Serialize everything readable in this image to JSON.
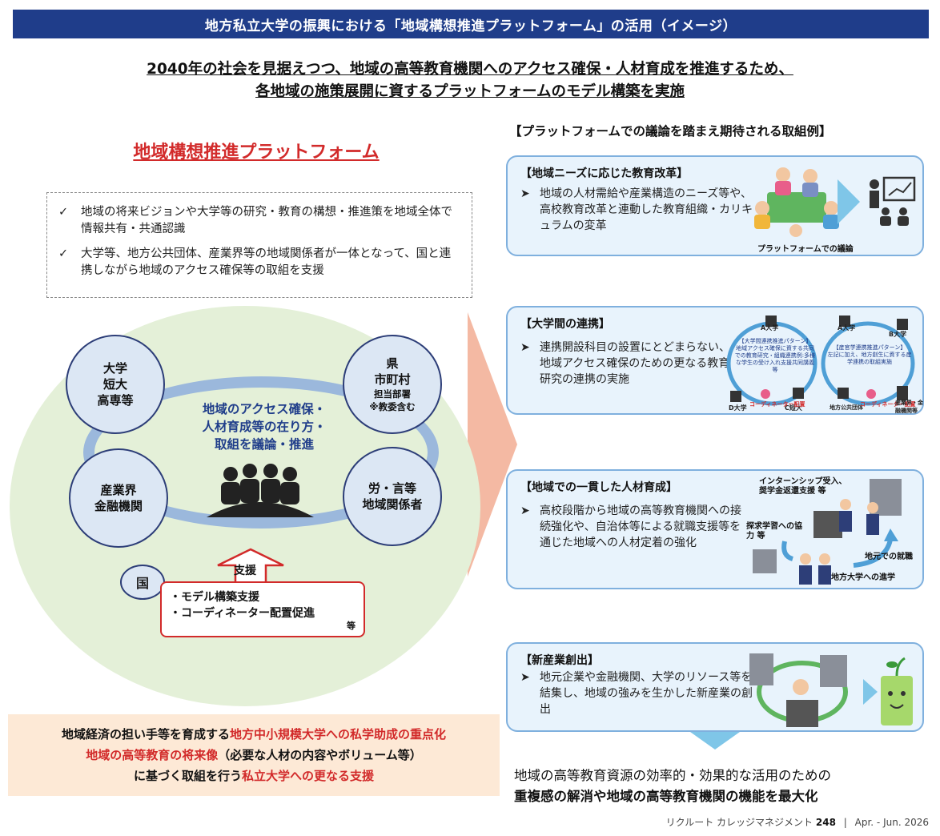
{
  "title": "地方私立大学の振興における「地域構想推進プラットフォーム」の活用（イメージ）",
  "lead": {
    "line1": "2040年の社会を見据えつつ、地域の高等教育機関へのアクセス確保・人材育成を推進するため、",
    "line2": "各地域の施策展開に資するプラットフォームのモデル構築を実施"
  },
  "left": {
    "title": "地域構想推進プラットフォーム",
    "checks": [
      {
        "mark": "✓",
        "text": "地域の将来ビジョンや大学等の研究・教育の構想・推進策を地域全体で情報共有・共通認識"
      },
      {
        "mark": "✓",
        "text": "大学等、地方公共団体、産業界等の地域関係者が一体となって、国と連携しながら地域のアクセス確保等の取組を支援"
      }
    ],
    "nodes": {
      "univ": {
        "l1": "大学",
        "l2": "短大",
        "l3": "高専等"
      },
      "pref": {
        "l1": "県",
        "l2": "市町村",
        "l3": "担当部署",
        "l4": "※教委含む"
      },
      "industry": {
        "l1": "産業界",
        "l2": "金融機関"
      },
      "labor": {
        "l1": "労・言等",
        "l2": "地域関係者"
      }
    },
    "center": {
      "l1": "地域のアクセス確保・",
      "l2": "人材育成等の在り方・",
      "l3": "取組を議論・推進"
    },
    "kuni": "国",
    "support_label": "支援",
    "support_items": [
      "・モデル構築支援",
      "・コーディネーター配置促進"
    ],
    "support_suffix": "等",
    "bottom": {
      "p1_black": "地域経済の担い手等を育成する",
      "p1_red": "地方中小規模大学への私学助成の重点化",
      "p2_red": "地域の高等教育の将来像",
      "p2_black": "（必要な人材の内容やボリューム等）",
      "p3_black": "に基づく取組を行う",
      "p3_red": "私立大学への更なる支援"
    }
  },
  "right": {
    "heading": "【プラットフォームでの議論を踏まえ期待される取組例】",
    "cards": [
      {
        "title": "【地域ニーズに応じた教育改革】",
        "text": "地域の人材需給や産業構造のニーズ等や、高校教育改革と連動した教育組織・カリキュラムの変革",
        "caption": "プラットフォームでの議論"
      },
      {
        "title": "【大学間の連携】",
        "text": "連携開設科目の設置にとどまらない、地域アクセス確保のための更なる教育研究の連携の実施",
        "a_label": "A大学",
        "b_label": "B大学",
        "c_label": "C短大",
        "d_label": "D大学",
        "pattern1": "【大学間連携推進パターン】",
        "pattern1_text": "地域アクセス確保に資する共同での教育研究・組織連携例:多様な学生の受け入れ支援共同講義等",
        "pattern2": "【産官学連携推進パターン】",
        "pattern2_text": "左記に加え、地方創生に資する産学連携の取組実施",
        "coord": "コーディネーター配置",
        "local_gov": "地方公共団体",
        "industry_fin": "産業界・金融機関等"
      },
      {
        "title": "【地域での一貫した人材育成】",
        "text": "高校段階から地域の高等教育機関への接続強化や、自治体等による就職支援等を通じた地域への人材定着の強化",
        "cap_intern": "インターンシップ受入、奨学金返還支援",
        "cap_intern_suffix": "等",
        "cap_explore": "探求学習への協力",
        "cap_explore_suffix": "等",
        "cap_job": "地元での就職",
        "cap_advance": "地方大学への進学"
      },
      {
        "title": "【新産業創出】",
        "text": "地元企業や金融機関、大学のリソース等を結集し、地域の強みを生かした新産業の創出"
      }
    ],
    "closing_l1": "地域の高等教育資源の効率的・効果的な活用のための",
    "closing_l2": "重複感の解消や地域の高等教育機関の機能を最大化"
  },
  "footer": {
    "pub": "リクルート カレッジマネジメント",
    "issue": "248",
    "sep": "|",
    "date": "Apr. - Jun. 2026"
  },
  "colors": {
    "navy": "#1f3d8a",
    "red": "#d22a2a",
    "card_border": "#7fb0de",
    "card_bg": "#e8f3fc",
    "ellipse": "#e4f0d8",
    "arrow": "#f4b9a3"
  }
}
